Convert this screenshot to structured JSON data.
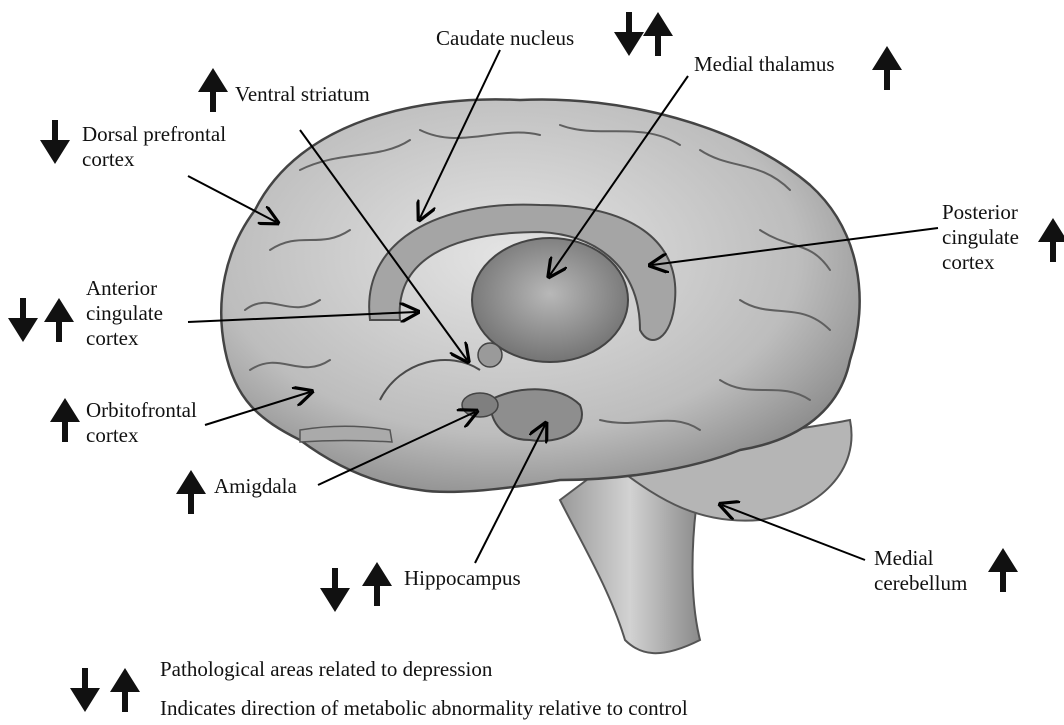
{
  "labels": {
    "caudate_nucleus": "Caudate nucleus",
    "medial_thalamus": "Medial thalamus",
    "ventral_striatum": "Ventral striatum",
    "dorsal_prefrontal": [
      "Dorsal prefrontal",
      "cortex"
    ],
    "posterior_cingulate": [
      "Posterior",
      "cingulate",
      "cortex"
    ],
    "anterior_cingulate": [
      "Anterior",
      "cingulate",
      "cortex"
    ],
    "orbitofrontal": [
      "Orbitofrontal",
      "cortex"
    ],
    "amigdala": "Amigdala",
    "hippocampus": "Hippocampus",
    "medial_cerebellum": [
      "Medial",
      "cerebellum"
    ]
  },
  "legend": {
    "line1": "Pathological areas related to depression",
    "line2": "Indicates direction of metabolic abnormality relative to control"
  },
  "region_directions": {
    "caudate_nucleus": [
      "down",
      "up"
    ],
    "medial_thalamus": [
      "up"
    ],
    "ventral_striatum": [
      "up"
    ],
    "dorsal_prefrontal_cortex": [
      "down"
    ],
    "posterior_cingulate_cortex": [
      "up"
    ],
    "anterior_cingulate_cortex": [
      "down",
      "up"
    ],
    "orbitofrontal_cortex": [
      "up"
    ],
    "amigdala": [
      "up"
    ],
    "hippocampus": [
      "down",
      "up"
    ],
    "medial_cerebellum": [
      "up"
    ]
  },
  "colors": {
    "arrow": "#111111",
    "brain_fill": "#c9c9c9",
    "brain_shadow": "#8c8c8c"
  }
}
